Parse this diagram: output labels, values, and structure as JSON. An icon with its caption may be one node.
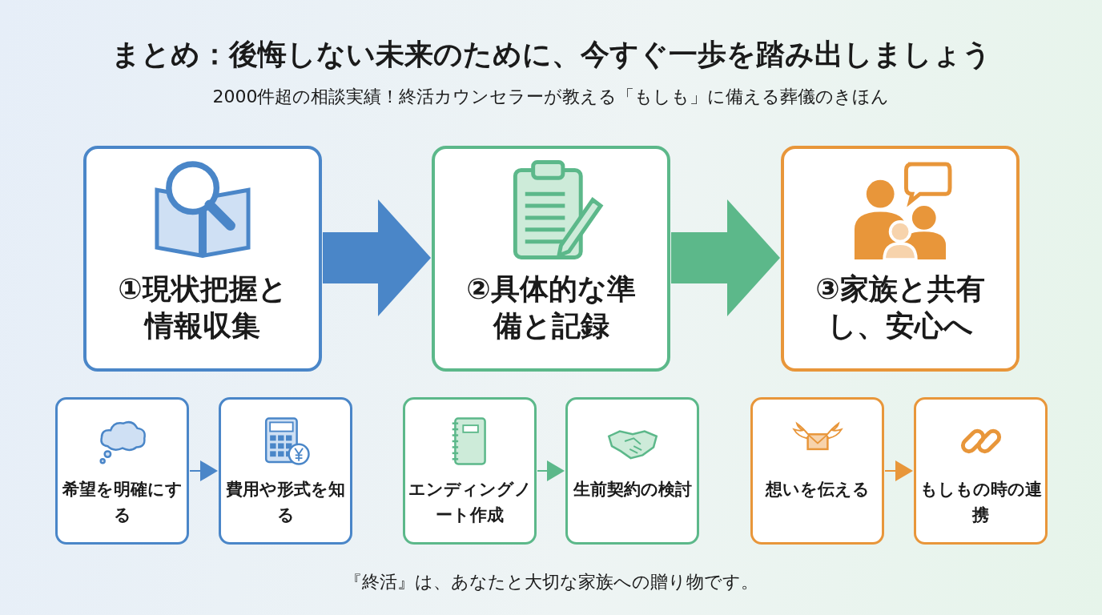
{
  "diagram": {
    "title": "まとめ：後悔しない未来のために、今すぐ一歩を踏み出しましょう",
    "caption": "『終活』は、あなたと大切な家族への贈り物です。",
    "labels": [
      "2000件超の相談実績！終活カウンセラーが教える「もしも」に備える葬儀のきほん"
    ],
    "nodes": [
      {
        "text": [
          "①現状把握と情報収集"
        ]
      },
      {
        "text": [
          "②具体的な準備と記録"
        ]
      },
      {
        "text": [
          "③家族と共有し、安心へ"
        ]
      },
      {
        "text": [
          "希望を明確にする"
        ]
      },
      {
        "text": [
          "費用や形式を知る"
        ]
      },
      {
        "text": [
          "エンディングノート作成"
        ]
      },
      {
        "text": [
          "生前契約の検討"
        ]
      },
      {
        "text": [
          "想いを伝える"
        ]
      },
      {
        "text": [
          "もしもの時の連携"
        ]
      }
    ],
    "edges": [
      {
        "from": 0,
        "to": 1,
        "arrow": "to",
        "style": "thick",
        "color": "#4a86c8"
      },
      {
        "from": 1,
        "to": 2,
        "arrow": "to",
        "style": "thick",
        "color": "#5cb88a"
      },
      {
        "from": 3,
        "to": 4,
        "arrow": "to",
        "color": "#4a86c8"
      },
      {
        "from": 5,
        "to": 6,
        "arrow": "to",
        "color": "#5cb88a"
      },
      {
        "from": 7,
        "to": 8,
        "arrow": "to",
        "color": "#e8963a"
      }
    ]
  }
}
